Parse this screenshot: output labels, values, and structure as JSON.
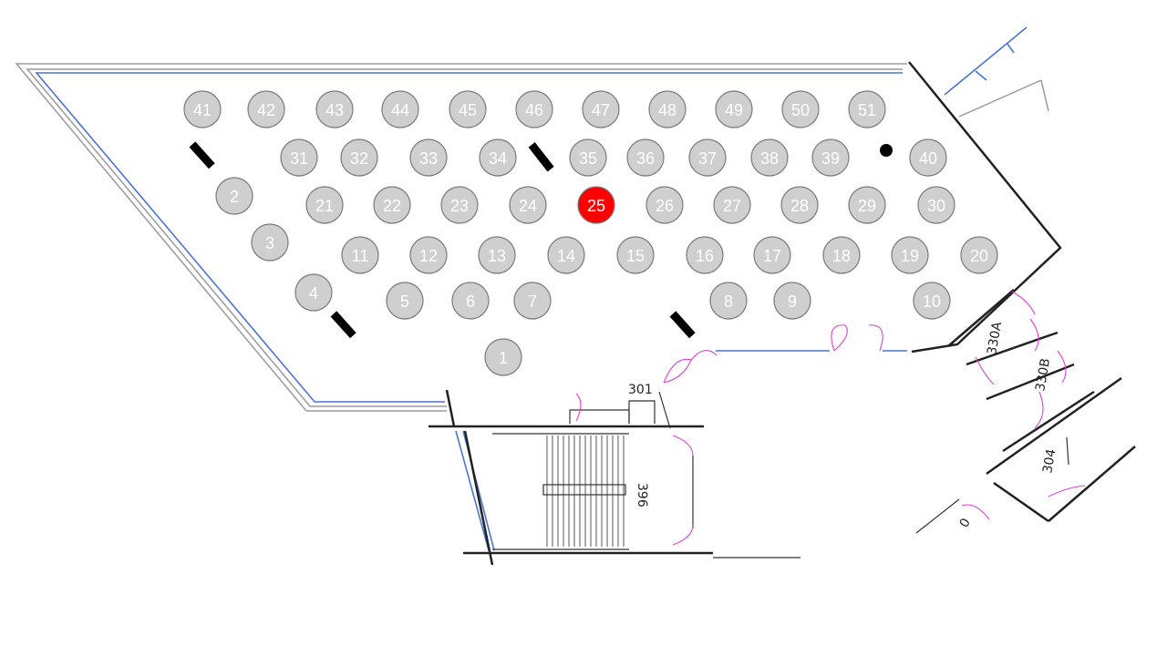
{
  "seat_map": {
    "highlighted_seat": "25",
    "colors": {
      "seat_fill": "#cfcfcf",
      "highlight_fill": "#ff0000",
      "seat_text": "#ffffff"
    },
    "seats": [
      "1",
      "2",
      "3",
      "4",
      "5",
      "6",
      "7",
      "8",
      "9",
      "10",
      "11",
      "12",
      "13",
      "14",
      "15",
      "16",
      "17",
      "18",
      "19",
      "20",
      "21",
      "22",
      "23",
      "24",
      "25",
      "26",
      "27",
      "28",
      "29",
      "30",
      "31",
      "32",
      "33",
      "34",
      "35",
      "36",
      "37",
      "38",
      "39",
      "40",
      "41",
      "42",
      "43",
      "44",
      "45",
      "46",
      "47",
      "48",
      "49",
      "50",
      "51"
    ]
  },
  "rooms": {
    "r301": "301",
    "r396": "396",
    "r330a": "330A",
    "r330b": "330B",
    "r304": "304",
    "r0": "0"
  }
}
